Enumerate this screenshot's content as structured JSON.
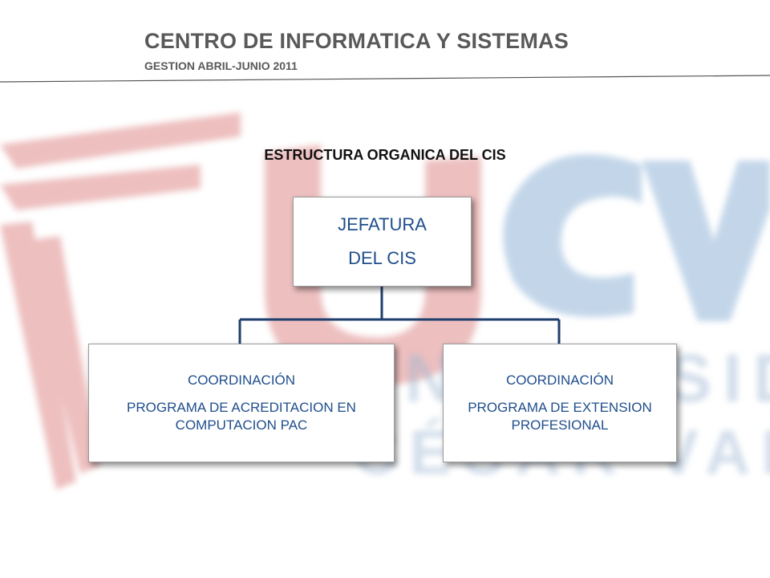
{
  "header": {
    "title": "CENTRO DE INFORMATICA Y SISTEMAS",
    "subtitle": "GESTION ABRIL-JUNIO 2011"
  },
  "watermark": {
    "logo_text": "UCV",
    "line1": "UNIVERSIDAD",
    "line2": "CÉSAR VALLEJO",
    "colors": {
      "red": "#e8a2a2",
      "blue": "#a8c4e0"
    }
  },
  "diagram": {
    "title": "ESTRUCTURA ORGANICA DEL CIS",
    "root": {
      "line1": "JEFATURA",
      "line2": "DEL CIS"
    },
    "children": [
      {
        "line1": "COORDINACIÓN",
        "line2": "PROGRAMA DE ACREDITACION EN COMPUTACION PAC"
      },
      {
        "line1": "COORDINACIÓN",
        "line2": "PROGRAMA DE EXTENSION PROFESIONAL"
      }
    ],
    "colors": {
      "text": "#1f4e8c",
      "connector": "#1f3f6e"
    }
  }
}
